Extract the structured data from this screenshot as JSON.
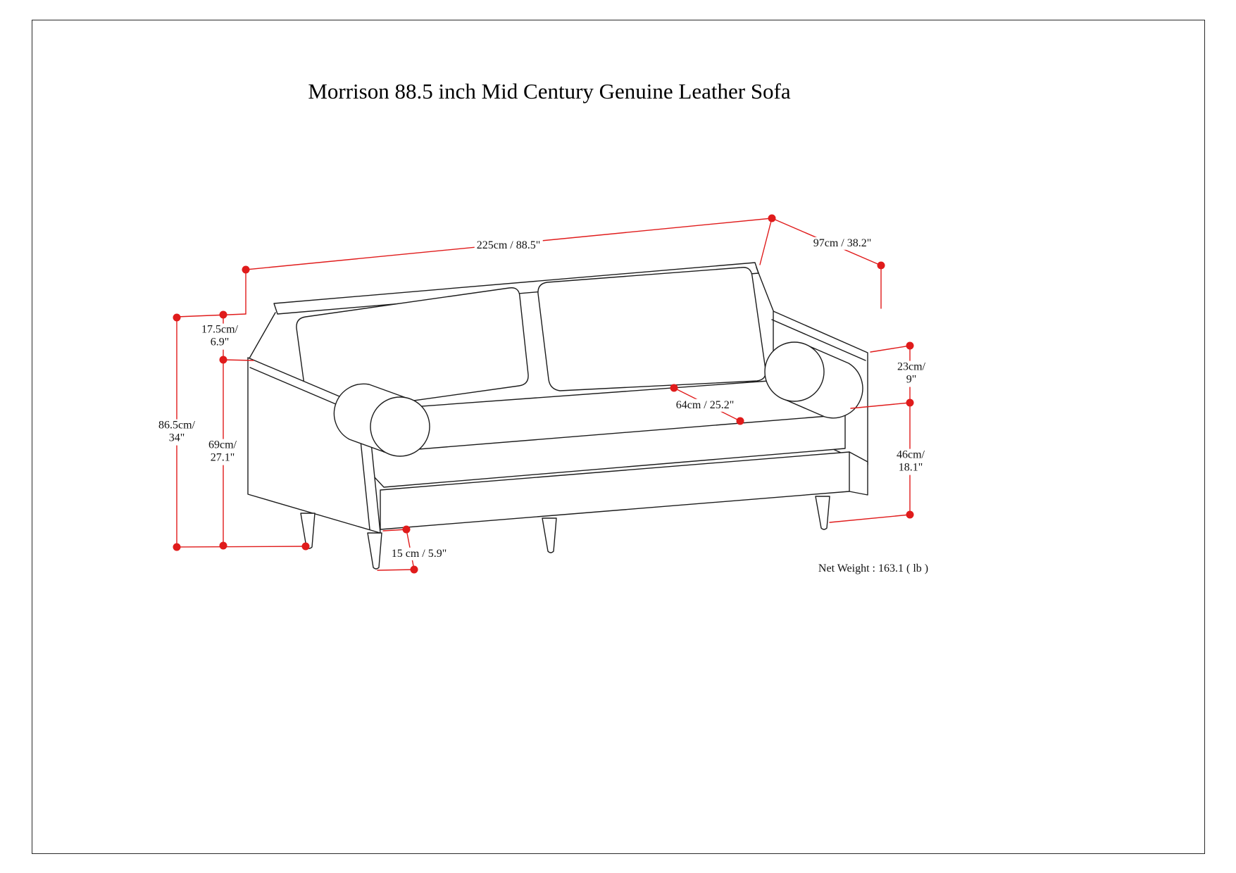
{
  "title": "Morrison 88.5 inch Mid Century Genuine Leather Sofa",
  "net_weight": "Net Weight : 163.1 ( lb )",
  "dimensions": {
    "overall_length": "225cm / 88.5\"",
    "overall_depth": "97cm / 38.2\"",
    "back_above_arm": {
      "cm": "17.5cm/",
      "in": "6.9\""
    },
    "back_cushion_height": {
      "cm": "23cm/",
      "in": "9\""
    },
    "overall_height": {
      "cm": "86.5cm/",
      "in": "34\""
    },
    "arm_height": {
      "cm": "69cm/",
      "in": "27.1\""
    },
    "seat_depth": "64cm / 25.2\"",
    "seat_height": {
      "cm": "46cm/",
      "in": "18.1\""
    },
    "leg_height": "15 cm / 5.9\""
  },
  "colors": {
    "dimension_marker_red": "#e01b1b",
    "drawing_line": "#1c1c1c"
  }
}
